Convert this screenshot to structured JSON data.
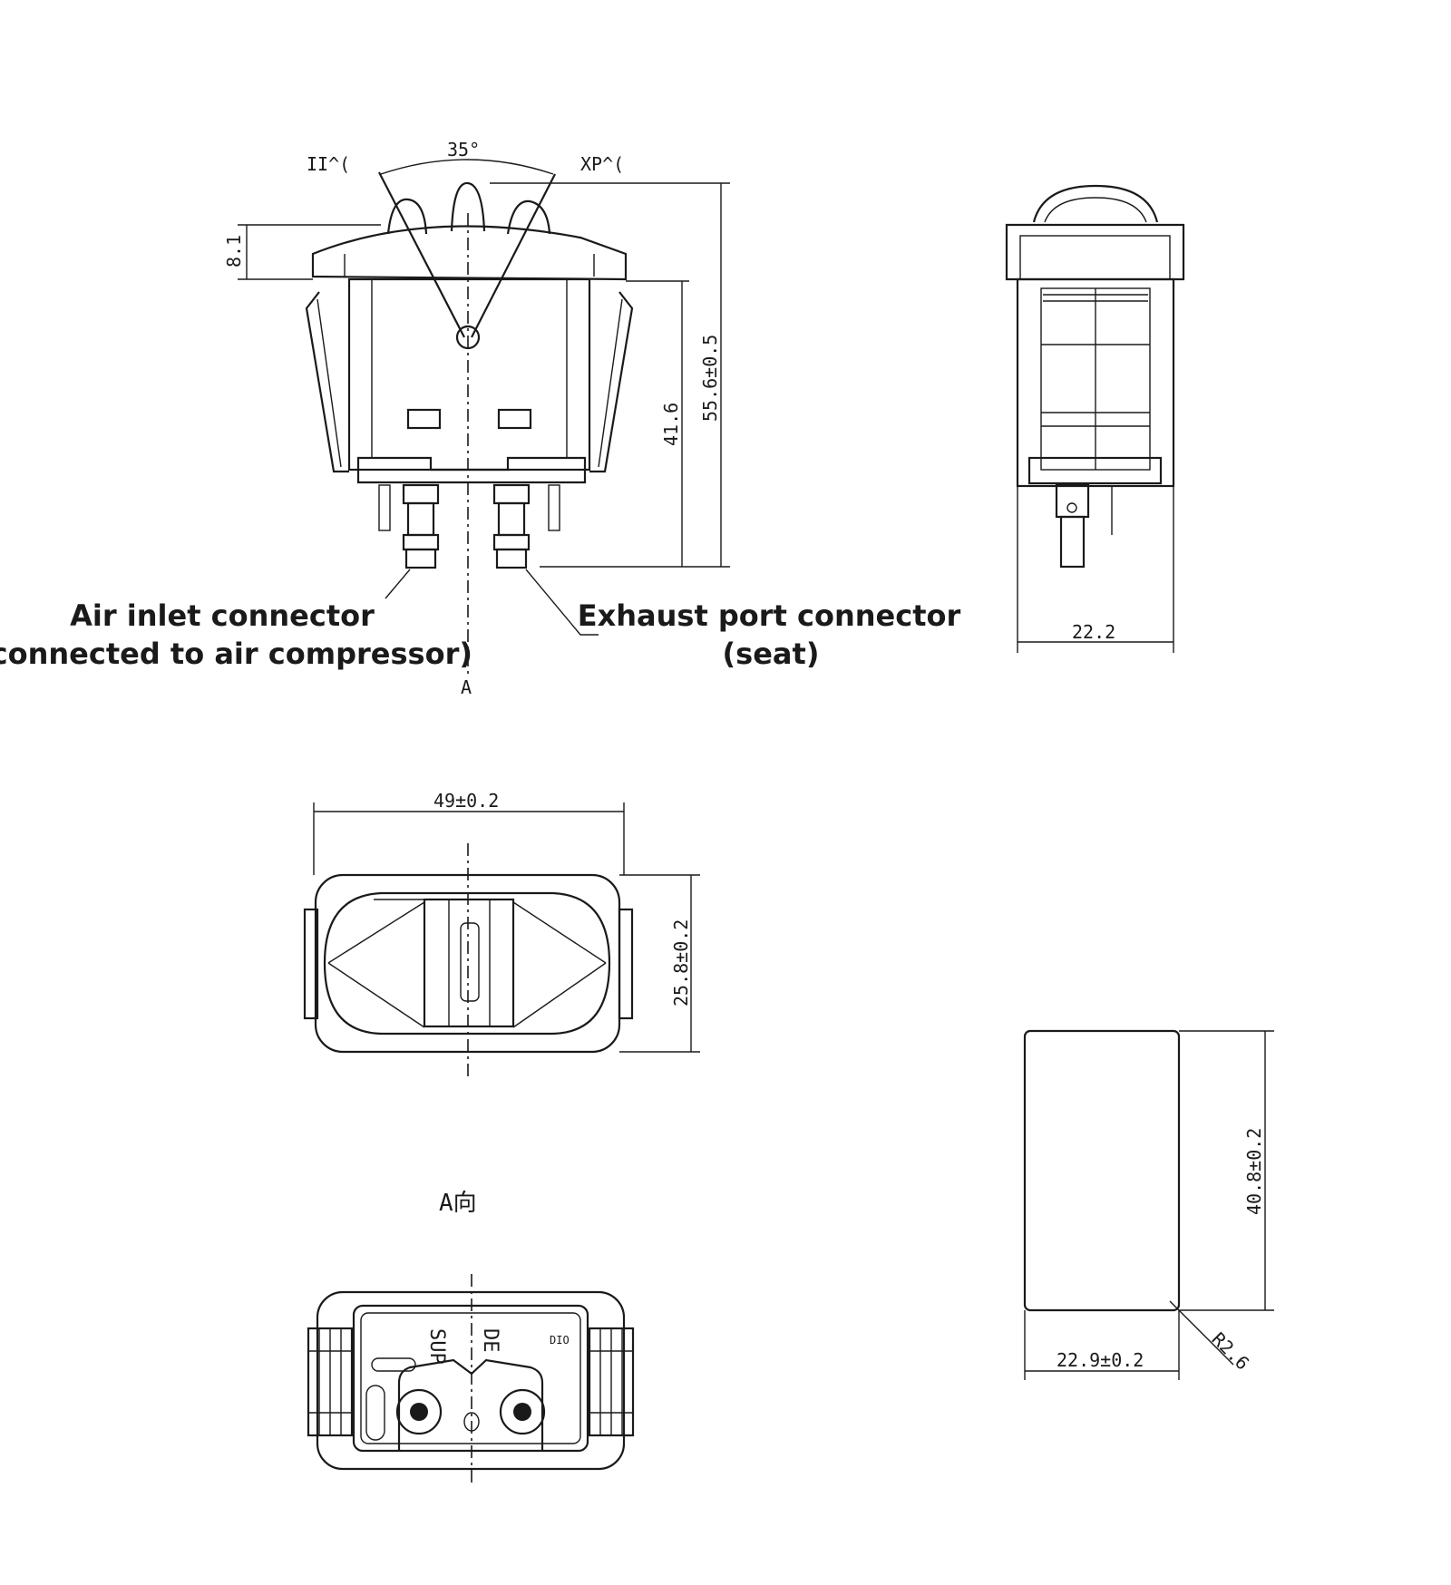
{
  "labels": {
    "air_inlet_line1": "Air inlet connector",
    "air_inlet_line2": "(connected to air compressor)",
    "exhaust_line1": "Exhaust port connector",
    "exhaust_line2": "(seat)",
    "arrow_a": "A",
    "view_a": "A向"
  },
  "dimensions": {
    "angle": "35°",
    "left_mark": "II^(",
    "right_mark": "XP^(",
    "top_height": "8.1",
    "overall_height": "55.6±0.5",
    "body_height": "41.6",
    "side_width": "22.2",
    "top_width": "49±0.2",
    "top_depth": "25.8±0.2",
    "panel_height": "40.8±0.2",
    "panel_width": "22.9±0.2",
    "radius": "R2.6"
  },
  "markings": {
    "sup": "SUP",
    "de": "DE",
    "small": "DIO"
  }
}
